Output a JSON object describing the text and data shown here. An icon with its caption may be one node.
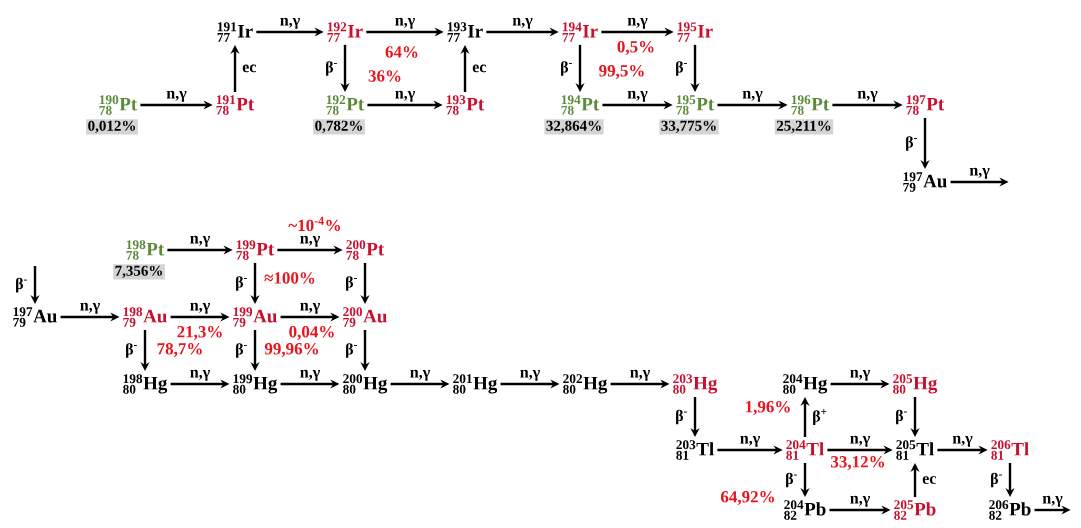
{
  "diagram": {
    "nodes": [
      {
        "text": [
          "{}^{\\mathbf{191}}_{\\mathbf{77}}\\mathbf{Ir}"
        ]
      },
      {
        "text": [
          "{}^{\\mathbf{192}}_{\\mathbf{77}}\\mathbf{Ir}"
        ]
      },
      {
        "text": [
          "{}^{\\mathbf{193}}_{\\mathbf{77}}\\mathbf{Ir}"
        ]
      },
      {
        "text": [
          "{}^{\\mathbf{194}}_{\\mathbf{77}}\\mathbf{Ir}"
        ]
      },
      {
        "text": [
          "{}^{\\mathbf{195}}_{\\mathbf{77}}\\mathbf{Ir}"
        ]
      },
      {
        "text": [
          "{}^{\\mathbf{190}}_{\\mathbf{78}}\\mathbf{Pt}"
        ],
        "beside": [
          "0,012%"
        ]
      },
      {
        "text": [
          "{}^{\\mathbf{191}}_{\\mathbf{78}}\\mathbf{Pt}"
        ]
      },
      {
        "text": [
          "{}^{\\mathbf{192}}_{\\mathbf{78}}\\mathbf{Pt}"
        ],
        "beside": [
          "0,782%"
        ]
      },
      {
        "text": [
          "{}^{\\mathbf{193}}_{\\mathbf{78}}\\mathbf{Pt}"
        ]
      },
      {
        "text": [
          "{}^{\\mathbf{194}}_{\\mathbf{78}}\\mathbf{Pt}"
        ],
        "beside": [
          "32,864%"
        ]
      },
      {
        "text": [
          "{}^{\\mathbf{195}}_{\\mathbf{78}}\\mathbf{Pt}"
        ],
        "beside": [
          "33,775%"
        ]
      },
      {
        "text": [
          "{}^{\\mathbf{196}}_{\\mathbf{78}}\\mathbf{Pt}"
        ],
        "beside": [
          "25,211%"
        ]
      },
      {
        "text": [
          "{}^{\\mathbf{197}}_{\\mathbf{78}}\\mathbf{Pt}"
        ]
      },
      {
        "text": [
          "{}^{\\mathbf{197}}_{\\mathbf{79}}\\mathbf{Au}"
        ]
      },
      {
        "text": [
          "{}^{\\mathbf{198}}_{\\mathbf{78}}\\mathbf{Pt}"
        ],
        "beside": [
          "7,356%"
        ]
      },
      {
        "text": [
          "{}^{\\mathbf{199}}_{\\mathbf{78}}\\mathbf{Pt}"
        ]
      },
      {
        "text": [
          "{}^{\\mathbf{200}}_{\\mathbf{78}}\\mathbf{Pt}"
        ]
      },
      {
        "text": [
          "{}^{\\mathbf{197}}_{\\mathbf{79}}\\mathbf{Au}"
        ]
      },
      {
        "text": [
          "{}^{\\mathbf{198}}_{\\mathbf{79}}\\mathbf{Au}"
        ]
      },
      {
        "text": [
          "{}^{\\mathbf{199}}_{\\mathbf{79}}\\mathbf{Au}"
        ]
      },
      {
        "text": [
          "{}^{\\mathbf{200}}_{\\mathbf{79}}\\mathbf{Au}"
        ]
      },
      {
        "text": [
          "{}^{\\mathbf{198}}_{\\mathbf{80}}\\mathbf{Hg}"
        ]
      },
      {
        "text": [
          "{}^{\\mathbf{199}}_{\\mathbf{80}}\\mathbf{Hg}"
        ]
      },
      {
        "text": [
          "{}^{\\mathbf{200}}_{\\mathbf{80}}\\mathbf{Hg}"
        ]
      },
      {
        "text": [
          "{}^{\\mathbf{201}}_{\\mathbf{80}}\\mathbf{Hg}"
        ]
      },
      {
        "text": [
          "{}^{\\mathbf{202}}_{\\mathbf{80}}\\mathbf{Hg}"
        ]
      },
      {
        "text": [
          "{}^{\\mathbf{203}}_{\\mathbf{80}}\\mathbf{Hg}"
        ]
      },
      {
        "text": [
          "{}^{\\mathbf{204}}_{\\mathbf{80}}\\mathbf{Hg}"
        ]
      },
      {
        "text": [
          "{}^{\\mathbf{205}}_{\\mathbf{80}}\\mathbf{Hg}"
        ]
      },
      {
        "text": [
          "{}^{\\mathbf{203}}_{\\mathbf{81}}\\mathbf{Tl}"
        ]
      },
      {
        "text": [
          "{}^{\\mathbf{204}}_{\\mathbf{81}}\\mathbf{Tl}"
        ]
      },
      {
        "text": [
          "{}^{\\mathbf{205}}_{\\mathbf{81}}\\mathbf{Tl}"
        ]
      },
      {
        "text": [
          "{}^{\\mathbf{206}}_{\\mathbf{81}}\\mathbf{Tl}"
        ]
      },
      {
        "text": [
          "{}^{\\mathbf{204}}_{\\mathbf{82}}\\mathbf{Pb}"
        ]
      },
      {
        "text": [
          "{}^{\\mathbf{205}}_{\\mathbf{82}}\\mathbf{Pb}"
        ]
      },
      {
        "text": [
          "{}^{\\mathbf{206}}_{\\mathbf{82}}\\mathbf{Pb}"
        ]
      }
    ],
    "edges": [
      {
        "from": 0,
        "to": 1,
        "arrow": "to",
        "label": "n,γ"
      },
      {
        "from": 1,
        "to": 2,
        "arrow": "to",
        "label": "n,γ"
      },
      {
        "from": 2,
        "to": 3,
        "arrow": "to",
        "label": "n,γ"
      },
      {
        "from": 3,
        "to": 4,
        "arrow": "to",
        "label": "n,γ"
      },
      {
        "from": 5,
        "to": 6,
        "arrow": "to",
        "label": "n,γ"
      },
      {
        "from": 6,
        "to": 0,
        "arrow": "to",
        "label": "ec"
      },
      {
        "from": 1,
        "to": 7,
        "arrow": "to",
        "label": "β$^{-}$"
      },
      {
        "from": 8,
        "to": 2,
        "arrow": "to",
        "label": "ec"
      },
      {
        "from": 7,
        "to": 8,
        "arrow": "to",
        "label": "n,γ"
      },
      {
        "from": 3,
        "to": 9,
        "arrow": "to",
        "label": "β$^{-}$"
      },
      {
        "from": 4,
        "to": 10,
        "arrow": "to",
        "label": "β$^{-}$"
      },
      {
        "from": 9,
        "to": 10,
        "arrow": "to",
        "label": "n,γ"
      },
      {
        "from": 10,
        "to": 11,
        "arrow": "to",
        "label": "n,γ"
      },
      {
        "from": 11,
        "to": 12,
        "arrow": "to",
        "label": "n,γ"
      },
      {
        "from": 12,
        "to": 13,
        "arrow": "to",
        "label": "β$^{-}$"
      },
      {
        "from": 13,
        "to": null,
        "arrow": "to",
        "label": "n,γ"
      },
      {
        "from": null,
        "to": 17,
        "arrow": "to",
        "label": "β$^{-}$"
      },
      {
        "from": 14,
        "to": 15,
        "arrow": "to",
        "label": "n,γ"
      },
      {
        "from": 15,
        "to": 16,
        "arrow": "to",
        "label": "n,γ"
      },
      {
        "from": 15,
        "to": 19,
        "arrow": "to",
        "label": "β$^{-}$"
      },
      {
        "from": 16,
        "to": 20,
        "arrow": "to",
        "label": "β$^{-}$"
      },
      {
        "from": 17,
        "to": 18,
        "arrow": "to",
        "label": "n,γ"
      },
      {
        "from": 18,
        "to": 19,
        "arrow": "to",
        "label": "n,γ"
      },
      {
        "from": 19,
        "to": 20,
        "arrow": "to",
        "label": "n,γ"
      },
      {
        "from": 18,
        "to": 21,
        "arrow": "to",
        "label": "β$^{-}$"
      },
      {
        "from": 19,
        "to": 22,
        "arrow": "to",
        "label": "β$^{-}$"
      },
      {
        "from": 20,
        "to": 23,
        "arrow": "to",
        "label": "β$^{-}$"
      },
      {
        "from": 21,
        "to": 22,
        "arrow": "to",
        "label": "n,γ"
      },
      {
        "from": 22,
        "to": 23,
        "arrow": "to",
        "label": "n,γ"
      },
      {
        "from": 23,
        "to": 24,
        "arrow": "to",
        "label": "n,γ"
      },
      {
        "from": 24,
        "to": 25,
        "arrow": "to",
        "label": "n,γ"
      },
      {
        "from": 25,
        "to": 26,
        "arrow": "to",
        "label": "n,γ"
      },
      {
        "from": 26,
        "to": 29,
        "arrow": "to",
        "label": "β$^{-}$"
      },
      {
        "from": 27,
        "to": 28,
        "arrow": "to",
        "label": "n,γ"
      },
      {
        "from": 28,
        "to": 31,
        "arrow": "to",
        "label": "β$^{-}$"
      },
      {
        "from": 29,
        "to": 30,
        "arrow": "to",
        "label": "n,γ"
      },
      {
        "from": 30,
        "to": 27,
        "arrow": "to",
        "label": "β$^{+}$"
      },
      {
        "from": 30,
        "to": 31,
        "arrow": "to",
        "label": "n,γ"
      },
      {
        "from": 31,
        "to": 32,
        "arrow": "to",
        "label": "n,γ"
      },
      {
        "from": 30,
        "to": 33,
        "arrow": "to",
        "label": "β$^{-}$"
      },
      {
        "from": 34,
        "to": 31,
        "arrow": "to",
        "label": "ec"
      },
      {
        "from": 33,
        "to": 34,
        "arrow": "to",
        "label": "n,γ"
      },
      {
        "from": 32,
        "to": 35,
        "arrow": "to",
        "label": "β$^{-}$"
      },
      {
        "from": 35,
        "to": null,
        "arrow": "to",
        "label": "n,γ"
      }
    ],
    "labels": [
      "64%",
      "36%",
      "0,5%",
      "99,5%",
      "~10$^{-4}$%",
      "≈100%",
      "21,3%",
      "0,04%",
      "78,7%",
      "99,96%",
      "1,96%",
      "33,12%",
      "64,92%"
    ]
  }
}
